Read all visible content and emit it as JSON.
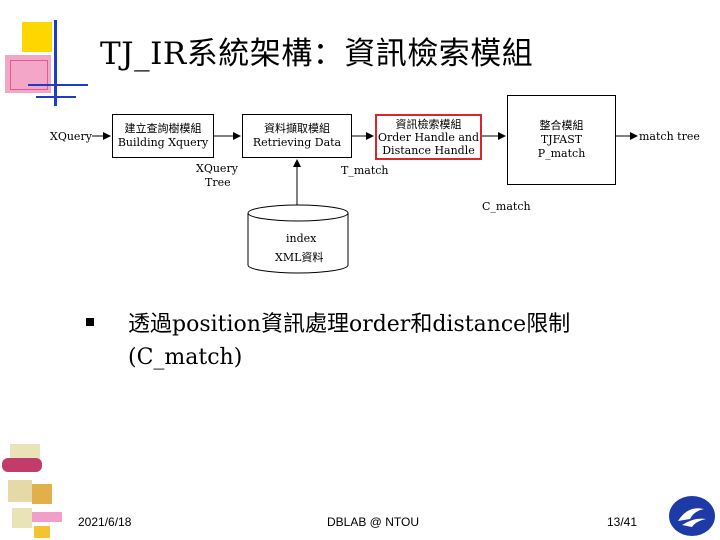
{
  "slide": {
    "title": "TJ_IR系統架構：資訊檢索模組",
    "bullet": "透過position資訊處理order和distance限制(C_match)"
  },
  "diagram": {
    "input_label": "XQuery",
    "output_label": "match tree",
    "box_build": {
      "line1": "建立查詢樹模組",
      "line2": "Building Xquery"
    },
    "box_retrieve": {
      "line1": "資料擷取模組",
      "line2": "Retrieving Data"
    },
    "box_ir": {
      "line1": "資訊檢索模組",
      "line2": "Order Handle and",
      "line3": "Distance Handle"
    },
    "box_merge": {
      "line1": "整合模組",
      "line2": "TJFAST",
      "line3": "P_match"
    },
    "db": {
      "line1": "index",
      "line2": "XML資料"
    },
    "label_xquery_tree_1": "XQuery",
    "label_xquery_tree_2": "Tree",
    "label_t_match": "T_match",
    "label_c_match": "C_match",
    "highlight_color": "#d9262c"
  },
  "footer": {
    "date": "2021/6/18",
    "center": "DBLAB @ NTOU",
    "page": "13/41"
  },
  "colors": {
    "deco_yellow": "#ffd700",
    "deco_pink": "#f08cb4",
    "deco_blue": "#1f3cc4",
    "logo_blue": "#1d3aa6"
  }
}
